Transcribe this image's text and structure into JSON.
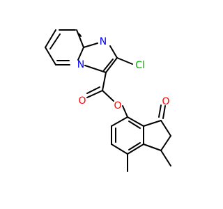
{
  "molecule": {
    "atoms": {
      "n_imidazole": {
        "text": "N",
        "color": "#0000ff"
      },
      "n_bridge": {
        "text": "N",
        "color": "#0000ff"
      },
      "cl": {
        "text": "Cl",
        "color": "#00b000"
      },
      "o_carbonyl_ester": {
        "text": "O",
        "color": "#ff0000"
      },
      "o_ester": {
        "text": "O",
        "color": "#ff0000"
      },
      "o_ketone": {
        "text": "O",
        "color": "#ff0000"
      }
    },
    "bond_color": "#000000"
  }
}
